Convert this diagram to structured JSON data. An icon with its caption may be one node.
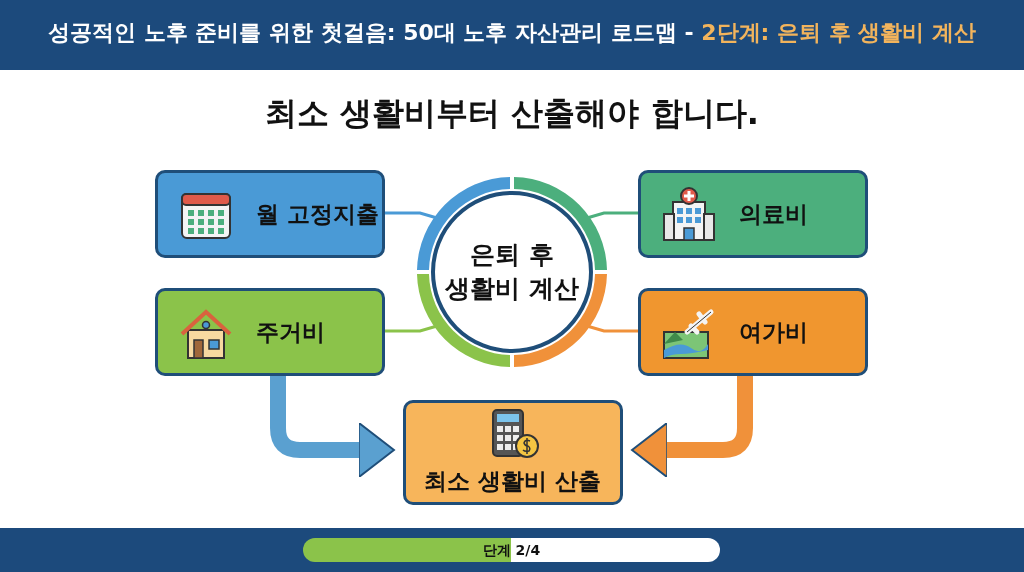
{
  "diagram": {
    "title": "성공적인 노후 준비를 위한 첫걸음: 50대 노후 자산관리 로드맵 -",
    "nodes": [
      {
        "text": [
          "월 고정지출"
        ]
      },
      {
        "text": [
          "은퇴 후 생활비 계산"
        ]
      },
      {
        "text": [
          "의료비"
        ]
      },
      {
        "text": [
          "주거비"
        ]
      },
      {
        "text": [
          "여가비"
        ]
      },
      {
        "text": [
          "최소 생활비 산출"
        ]
      }
    ],
    "edges": [
      {
        "from": 0,
        "to": 1,
        "arrow": "none",
        "color": "#4a9ad6"
      },
      {
        "from": 2,
        "to": 1,
        "arrow": "none",
        "color": "#4caf7d"
      },
      {
        "from": 3,
        "to": 1,
        "arrow": "none",
        "color": "#8bc34a"
      },
      {
        "from": 4,
        "to": 1,
        "arrow": "none",
        "color": "#f0913a"
      },
      {
        "from": 3,
        "to": 5,
        "arrow": "to",
        "style": "thick",
        "color": "#5aa0d0"
      },
      {
        "from": 4,
        "to": 5,
        "arrow": "to",
        "style": "thick",
        "color": "#f0913a"
      }
    ],
    "labels": [
      "2단계: 은퇴 후 생활비 계산",
      "최소 생활비부터 산출해야 합니다.",
      "단계 2/4"
    ]
  }
}
